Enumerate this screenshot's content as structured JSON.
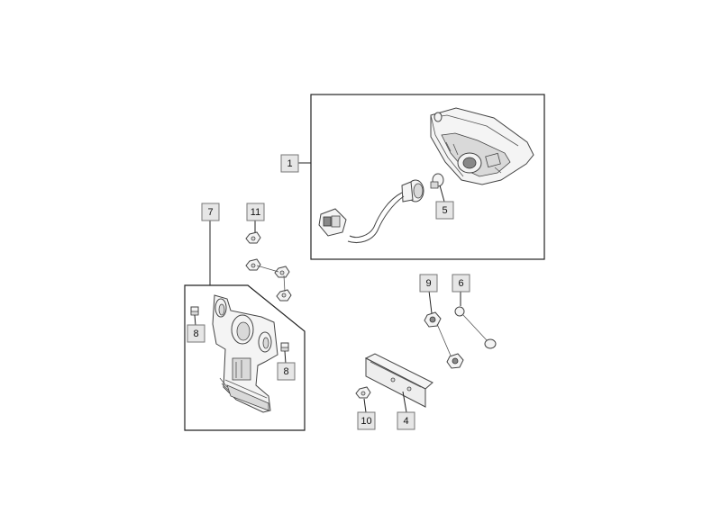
{
  "callouts": [
    {
      "id": "c1",
      "label": "1"
    },
    {
      "id": "c5",
      "label": "5"
    },
    {
      "id": "c7",
      "label": "7"
    },
    {
      "id": "c11",
      "label": "11"
    },
    {
      "id": "c9",
      "label": "9"
    },
    {
      "id": "c6",
      "label": "6"
    },
    {
      "id": "c8a",
      "label": "8"
    },
    {
      "id": "c8b",
      "label": "8"
    },
    {
      "id": "c10",
      "label": "10"
    },
    {
      "id": "c4",
      "label": "4"
    }
  ]
}
